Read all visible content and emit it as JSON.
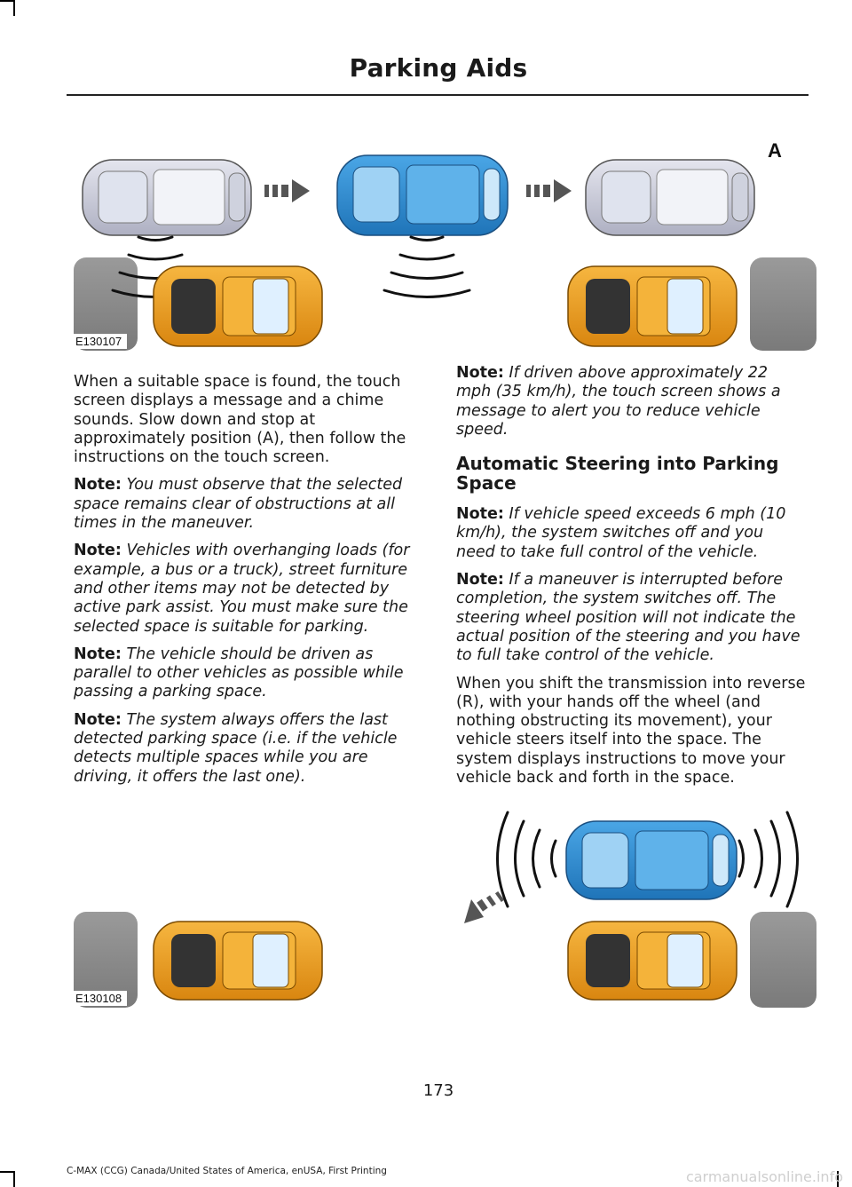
{
  "header": {
    "title": "Parking Aids"
  },
  "figure1": {
    "id": "E130107",
    "position_label": "A"
  },
  "figure2": {
    "id": "E130108"
  },
  "left_column": {
    "intro": "When a suitable space is found, the touch screen displays a message and a chime sounds. Slow down and stop at approximately position (A), then follow the instructions on the touch screen.",
    "notes": [
      {
        "label": "Note:",
        "text": "You must observe that the selected space remains clear of obstructions at all times in the maneuver."
      },
      {
        "label": "Note:",
        "text": "Vehicles with overhanging loads (for example, a bus or a truck), street furniture and other items may not be detected by active park assist. You must make sure the selected space is suitable for parking."
      },
      {
        "label": "Note:",
        "text": "The vehicle should be driven as parallel to other vehicles as possible while passing a parking space."
      },
      {
        "label": "Note:",
        "text": "The system always offers the last detected parking space (i.e. if the vehicle detects multiple spaces while you are driving, it offers the last one)."
      }
    ]
  },
  "right_column": {
    "note_top": {
      "label": "Note:",
      "text": "If driven above approximately 22 mph (35 km/h), the touch screen shows a message to alert you to reduce vehicle speed."
    },
    "heading": "Automatic Steering into Parking Space",
    "notes": [
      {
        "label": "Note:",
        "text": "If vehicle speed exceeds 6 mph (10 km/h), the system switches off and you need to take full control of the vehicle."
      },
      {
        "label": "Note:",
        "text": "If a maneuver is interrupted before completion, the system switches off. The steering wheel position will not indicate the actual position of the steering and you have to full take control of the vehicle."
      }
    ],
    "body": "When you shift the transmission into reverse (R), with your hands off the wheel (and nothing obstructing its movement), your vehicle steers itself into the space. The system displays instructions to move your vehicle back and forth in the space."
  },
  "page_number": "173",
  "footer": "C-MAX (CCG) Canada/United States of America, enUSA, First Printing",
  "watermark": "carmanualsonline.info",
  "colors": {
    "blue_car": "#2f8fd4",
    "orange_car": "#f0a020",
    "silver_car": "#c9cbd8",
    "grey_curb": "#8c8c8c"
  }
}
